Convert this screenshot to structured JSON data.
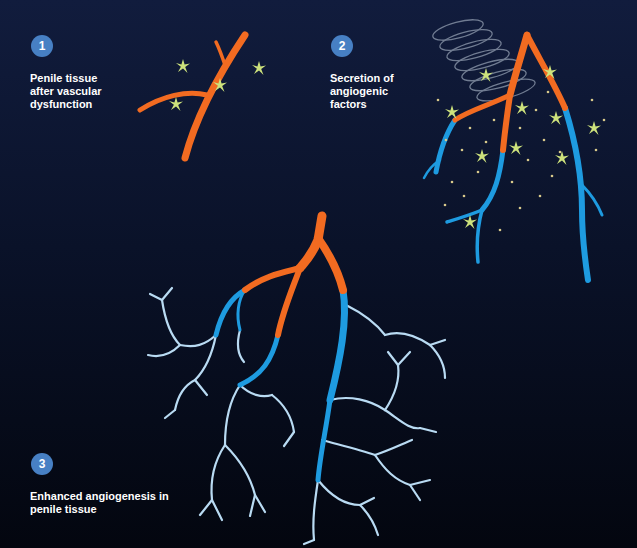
{
  "diagram": {
    "nodes": [
      {
        "text": [
          "1",
          "Penile tissue after vascular dysfunction"
        ]
      },
      {
        "text": [
          "2",
          "Secretion of angiogenic factors"
        ]
      },
      {
        "text": [
          "3",
          "Enhanced angiogenesis in penile tissue"
        ]
      }
    ]
  }
}
